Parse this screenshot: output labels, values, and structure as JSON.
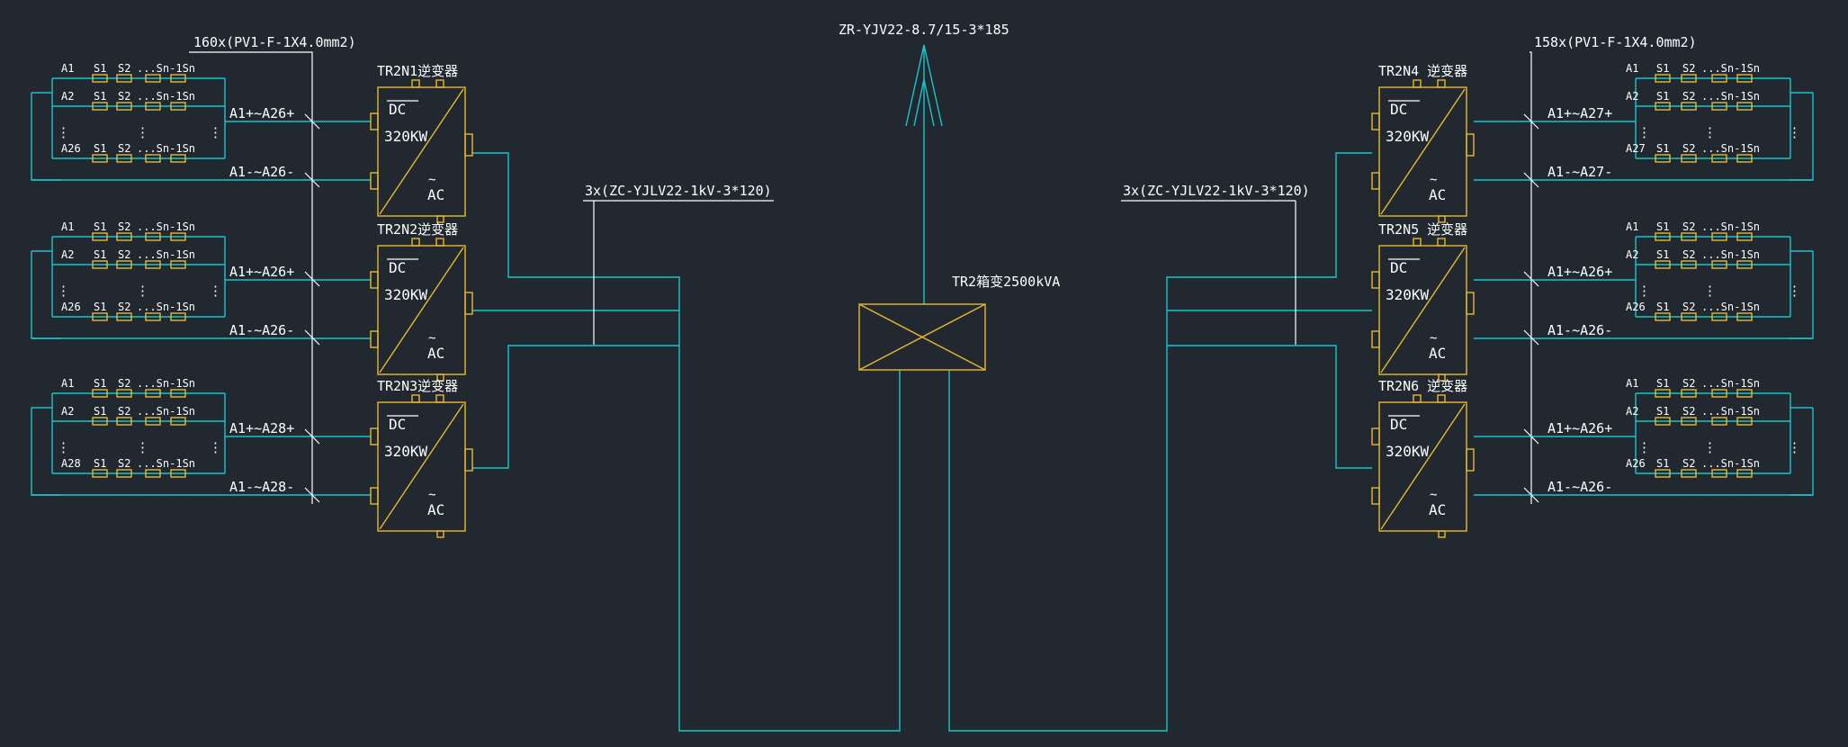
{
  "colors": {
    "background": "#212830",
    "wire": "#19c6cc",
    "equipment": "#e8b830",
    "text": "#ffffff"
  },
  "hv_cable": "ZR-YJV22-8.7/15-3*185",
  "transformer": {
    "label": "TR2箱变2500kVA"
  },
  "ac_cables": {
    "left": "3x(ZC-YJLV22-1kV-3*120)",
    "right": "3x(ZC-YJLV22-1kV-3*120)"
  },
  "pv_cables": {
    "left": "160x(PV1-F-1X4.0mm2)",
    "right": "158x(PV1-F-1X4.0mm2)"
  },
  "inverter_text": {
    "dc": "DC",
    "power": "320KW",
    "ac": "AC"
  },
  "inverters": [
    {
      "title": "TR2N1逆变器",
      "pos_label": "A1+~A26+",
      "neg_label": "A1-~A26-",
      "rows": [
        "A1",
        "A2",
        "A26"
      ]
    },
    {
      "title": "TR2N2逆变器",
      "pos_label": "A1+~A26+",
      "neg_label": "A1-~A26-",
      "rows": [
        "A1",
        "A2",
        "A26"
      ]
    },
    {
      "title": "TR2N3逆变器",
      "pos_label": "A1+~A28+",
      "neg_label": "A1-~A28-",
      "rows": [
        "A1",
        "A2",
        "A28"
      ]
    },
    {
      "title": "TR2N4 逆变器",
      "pos_label": "A1+~A27+",
      "neg_label": "A1-~A27-",
      "rows": [
        "A1",
        "A2",
        "A27"
      ]
    },
    {
      "title": "TR2N5 逆变器",
      "pos_label": "A1+~A26+",
      "neg_label": "A1-~A26-",
      "rows": [
        "A1",
        "A2",
        "A26"
      ]
    },
    {
      "title": "TR2N6 逆变器",
      "pos_label": "A1+~A26+",
      "neg_label": "A1-~A26-",
      "rows": [
        "A1",
        "A2",
        "A26"
      ]
    }
  ],
  "string_labels": {
    "s1": "S1",
    "s2": "S2",
    "sn": "...Sn-1Sn",
    "dots": "⋮"
  }
}
